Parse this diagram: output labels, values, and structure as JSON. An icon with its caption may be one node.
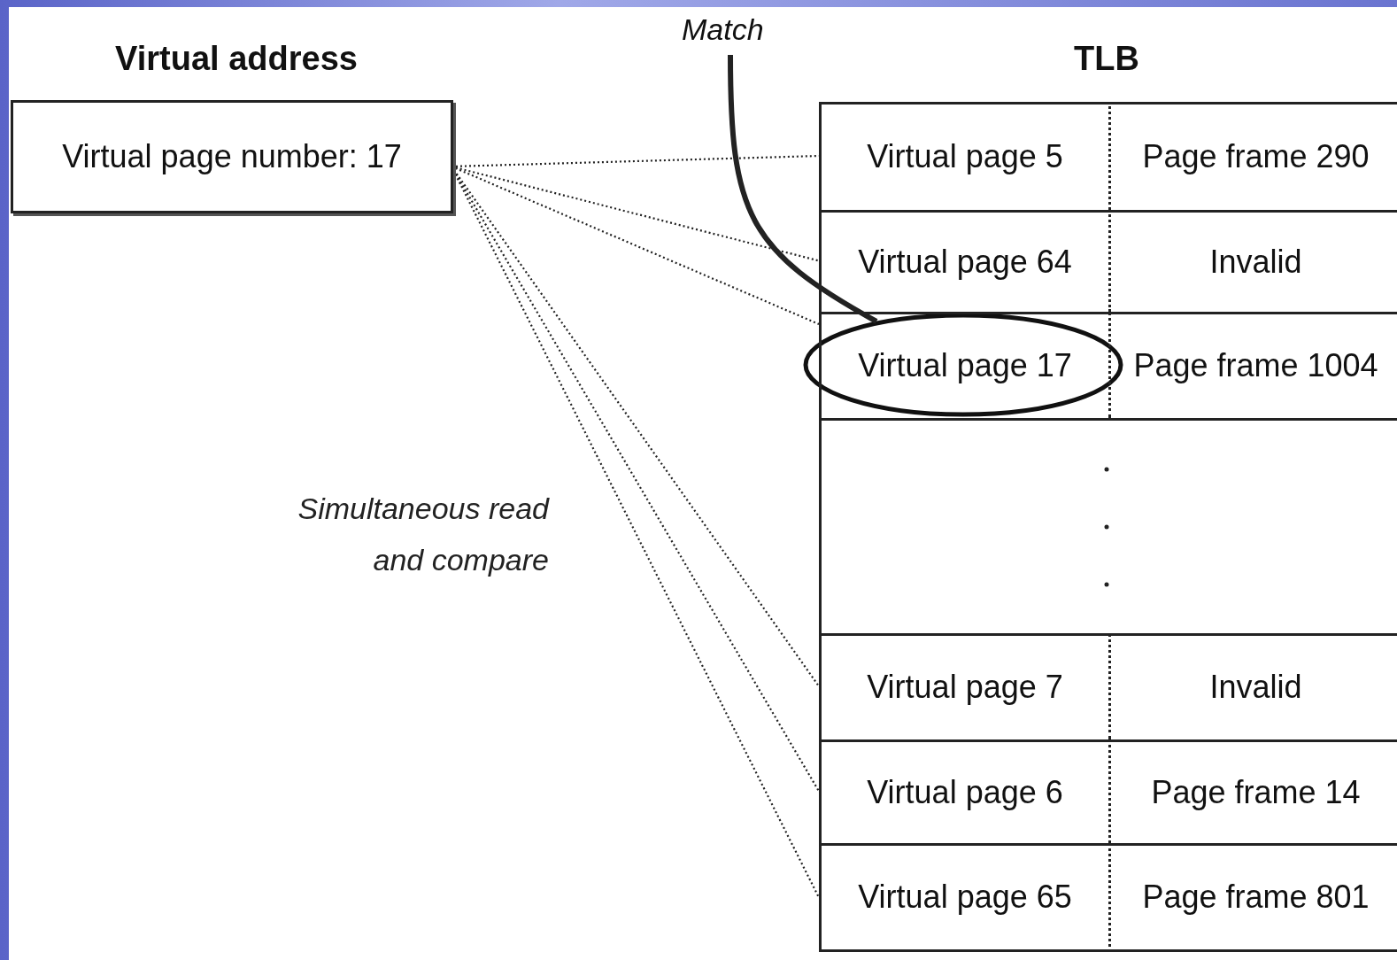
{
  "diagram": {
    "nodes": [
      {
        "text": [
          "Virtual address",
          "Virtual page number: 17"
        ]
      },
      {
        "text": [
          "TLB"
        ]
      },
      {
        "text": [
          "Virtual page 5"
        ],
        "in": 1
      },
      {
        "text": [
          "Page frame 290"
        ],
        "in": 1
      },
      {
        "text": [
          "Virtual page 64"
        ],
        "in": 1
      },
      {
        "text": [
          "Invalid"
        ],
        "in": 1
      },
      {
        "text": [
          "Virtual page 17"
        ],
        "in": 1
      },
      {
        "text": [
          "Page frame 1004"
        ],
        "in": 1
      },
      {
        "text": [
          "Virtual page 7"
        ],
        "in": 1
      },
      {
        "text": [
          "Invalid"
        ],
        "in": 1
      },
      {
        "text": [
          "Virtual page 6"
        ],
        "in": 1
      },
      {
        "text": [
          "Page frame 14"
        ],
        "in": 1
      },
      {
        "text": [
          "Virtual page 65"
        ],
        "in": 1
      },
      {
        "text": [
          "Page frame 801"
        ],
        "in": 1
      },
      {
        "text": [
          "Match"
        ]
      },
      {
        "text": [],
        "shape": "ellipse"
      }
    ],
    "edges": [
      {
        "from": 0,
        "to": 2,
        "arrow": "none",
        "style": "dashed"
      },
      {
        "from": 0,
        "to": 4,
        "arrow": "none",
        "style": "dashed"
      },
      {
        "from": 0,
        "to": 6,
        "arrow": "none",
        "style": "dashed"
      },
      {
        "from": 0,
        "to": 8,
        "arrow": "none",
        "style": "dashed"
      },
      {
        "from": 0,
        "to": 10,
        "arrow": "none",
        "style": "dashed"
      },
      {
        "from": 0,
        "to": 12,
        "arrow": "none",
        "style": "dashed"
      },
      {
        "from": 14,
        "to": 15,
        "arrow": "none",
        "style": "thick"
      }
    ],
    "labels": [
      "Simultaneous read and compare"
    ]
  }
}
